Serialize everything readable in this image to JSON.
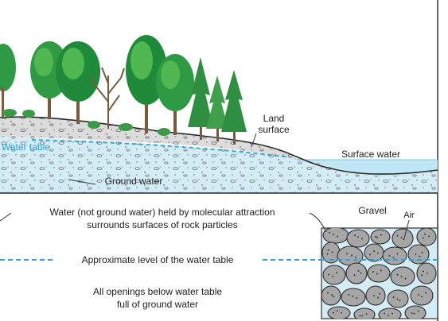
{
  "labels": {
    "land_surface": [
      "Land",
      "surface"
    ],
    "water_table": "Water table",
    "surface_water": "Surface water",
    "ground_water": "Ground water",
    "gravel": "Gravel",
    "air": "Air",
    "molecular": [
      "Water (not ground water) held by molecular attraction",
      "surrounds surfaces of rock particles"
    ],
    "approx_level": "Approximate level of the water table",
    "openings": [
      "All openings below water table",
      "full of ground water"
    ]
  },
  "colors": {
    "ground_water": "#d3ecf5",
    "surface_water": "#bfe6f4",
    "soil": "#dcdcdc",
    "water_line": "#2ea0dc",
    "pebble": "#a6a6a6",
    "tree_dark": "#1e8a3a",
    "tree_light": "#4fb850",
    "trunk": "#7a5a3c",
    "text": "#1e1e1e"
  }
}
